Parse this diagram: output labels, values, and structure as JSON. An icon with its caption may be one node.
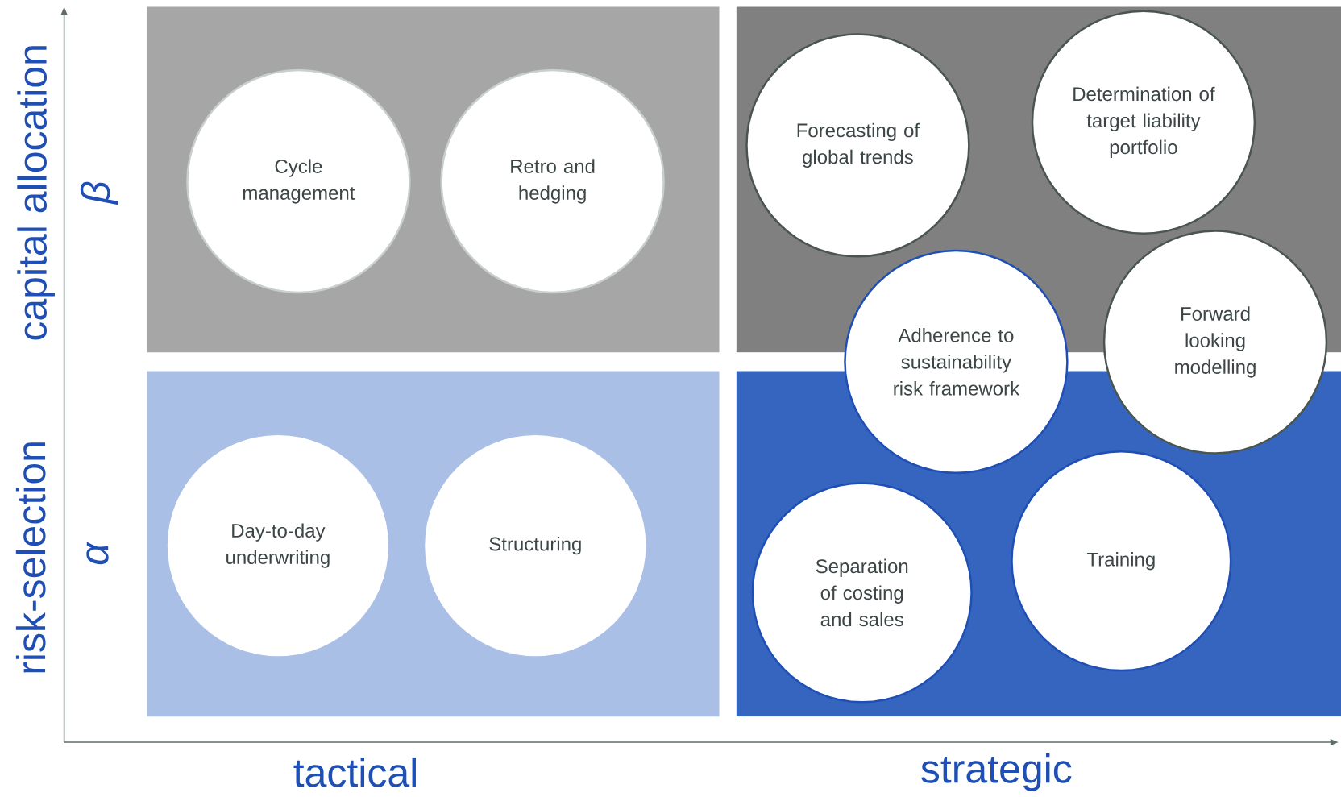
{
  "diagram": {
    "nodes": [
      {
        "text": [
          "Cycle management"
        ]
      },
      {
        "text": [
          "Retro and hedging"
        ]
      },
      {
        "text": [
          "Forecasting of global trends"
        ]
      },
      {
        "text": [
          "Determination of target liability portfolio"
        ]
      },
      {
        "text": [
          "Adherence to sustainability risk framework"
        ]
      },
      {
        "text": [
          "Forward looking modelling"
        ]
      },
      {
        "text": [
          "Day-to-day underwriting"
        ]
      },
      {
        "text": [
          "Structuring"
        ]
      },
      {
        "text": [
          "Separation of costing and sales"
        ]
      },
      {
        "text": [
          "Training"
        ]
      }
    ],
    "labels": [
      "capital allocation",
      "β",
      "risk-selection",
      "α",
      "tactical",
      "strategic"
    ]
  }
}
